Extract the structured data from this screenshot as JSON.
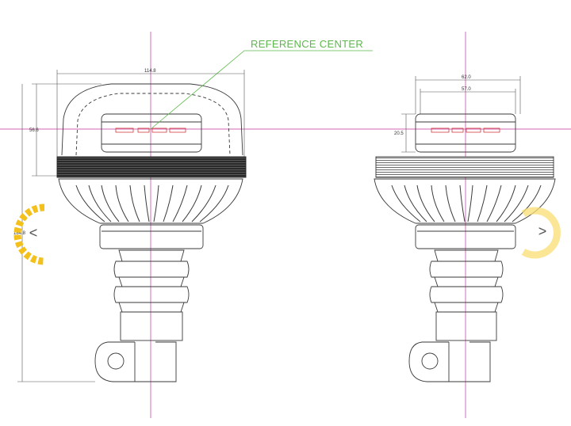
{
  "annotation": {
    "reference_center": "REFERENCE CENTER"
  },
  "dimensions": {
    "left_overall_width": "114.8",
    "left_dome_height": "56.6",
    "left_total_height": "184.8",
    "right_outer_width": "62.0",
    "right_inner_width": "57.0",
    "right_lens_height": "20.5"
  },
  "nav": {
    "prev_glyph": "<",
    "next_glyph": ">",
    "prev_icon": "chevron-left-icon",
    "next_icon": "chevron-right-icon"
  },
  "colors": {
    "centerline": "#c0329a",
    "annotation": "#5bb84a",
    "led": "#d23c3c",
    "nav_ring": "#f4c01c",
    "line": "#3a3a3a"
  }
}
